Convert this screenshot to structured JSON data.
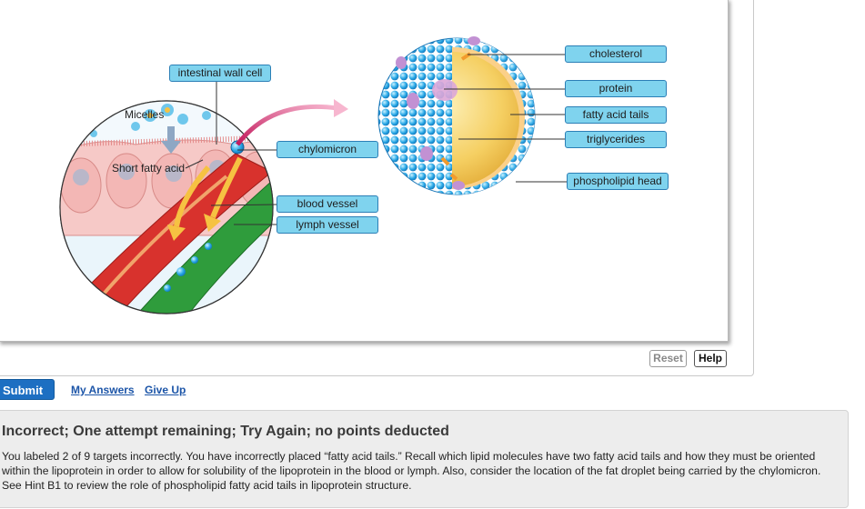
{
  "figure": {
    "micelles_label": "Micelles",
    "short_fatty_acid_label": "Short fatty acid"
  },
  "labels": {
    "intestinal_wall_cell": "intestinal wall cell",
    "chylomicron": "chylomicron",
    "blood_vessel": "blood vessel",
    "lymph_vessel": "lymph vessel",
    "cholesterol": "cholesterol",
    "protein": "protein",
    "fatty_acid_tails": "fatty acid tails",
    "triglycerides": "triglycerides",
    "phospholipid_head": "phospholipid head"
  },
  "toolbar": {
    "reset_label": "Reset",
    "help_label": "Help"
  },
  "actions": {
    "submit_label": "Submit",
    "my_answers_label": "My Answers",
    "give_up_label": "Give Up"
  },
  "feedback": {
    "title": "Incorrect; One attempt remaining; Try Again; no points deducted",
    "body": "You labeled 2 of 9 targets incorrectly. You have incorrectly placed “fatty acid tails.” Recall which lipid molecules have two fatty acid tails and how they must be oriented within the lipoprotein in order to allow for solubility of the lipoprotein in the blood or lymph. Also, consider the location of the fat droplet being carried by the chylomicron. See Hint B1 to review the role of phospholipid fatty acid tails in lipoprotein structure."
  },
  "colors": {
    "label_fill": "#7fd3ee",
    "label_border": "#2b7fb6",
    "submit_blue": "#1d6fc2",
    "link_blue": "#1c55a8"
  }
}
